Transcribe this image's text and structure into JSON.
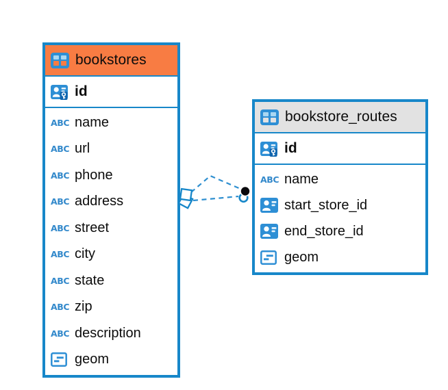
{
  "icons": {
    "text_type_label": "ABC"
  },
  "colors": {
    "table_border": "#1787C9",
    "bookstores_header": "#F87C43",
    "bookstore_routes_header": "#E2E2E2",
    "icon_blue": "#2E8FD5",
    "icon_key_panel": "#1065AE",
    "relationship_line": "#2E8FD0",
    "row_text": "#0C0C0C"
  },
  "tables": [
    {
      "title": "bookstores",
      "keys": [
        {
          "label": "id",
          "type": "primary-key"
        }
      ],
      "columns": [
        {
          "label": "name",
          "type": "text"
        },
        {
          "label": "url",
          "type": "text"
        },
        {
          "label": "phone",
          "type": "text"
        },
        {
          "label": "address",
          "type": "text"
        },
        {
          "label": "street",
          "type": "text"
        },
        {
          "label": "city",
          "type": "text"
        },
        {
          "label": "state",
          "type": "text"
        },
        {
          "label": "zip",
          "type": "text"
        },
        {
          "label": "description",
          "type": "text"
        },
        {
          "label": "geom",
          "type": "geometry"
        }
      ]
    },
    {
      "title": "bookstore_routes",
      "keys": [
        {
          "label": "id",
          "type": "primary-key"
        }
      ],
      "columns": [
        {
          "label": "name",
          "type": "text"
        },
        {
          "label": "start_store_id",
          "type": "reference"
        },
        {
          "label": "end_store_id",
          "type": "reference"
        },
        {
          "label": "geom",
          "type": "geometry"
        }
      ]
    }
  ],
  "relationship": {
    "source": "bookstores",
    "target": "bookstore_routes",
    "style": "dashed",
    "line_count": 2
  }
}
